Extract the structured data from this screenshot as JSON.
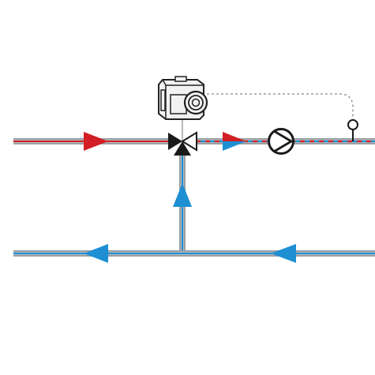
{
  "colors": {
    "background": "#ffffff",
    "pipe_outer": "#9a9fa3",
    "pipe_inner_light": "#b7bcbf",
    "supply_hot": "#d21f26",
    "return_cold": "#1e8fd3",
    "valve_body": "#1a1a1a",
    "control_line": "#8a8a8a",
    "actuator_body": "#f2f2f2",
    "actuator_outline": "#222222"
  },
  "icons": {
    "actuator": "valve-actuator-icon",
    "mixing_valve": "three-way-mixing-valve-icon",
    "pump": "circulation-pump-icon",
    "sensor": "temperature-sensor-icon",
    "flow_arrow": "flow-direction-arrow-icon"
  },
  "diagram": {
    "type": "hydraulic-mixing-circuit",
    "components": [
      "actuator",
      "mixing_valve",
      "pump",
      "sensor"
    ],
    "flows": {
      "supply_in": {
        "medium": "hot",
        "direction": "right"
      },
      "mixed_out": {
        "medium": "mixed",
        "direction": "right"
      },
      "bypass_up": {
        "medium": "cold",
        "direction": "up"
      },
      "return_left_main": {
        "medium": "cold",
        "direction": "left"
      },
      "return_right_main": {
        "medium": "cold",
        "direction": "left"
      }
    }
  }
}
